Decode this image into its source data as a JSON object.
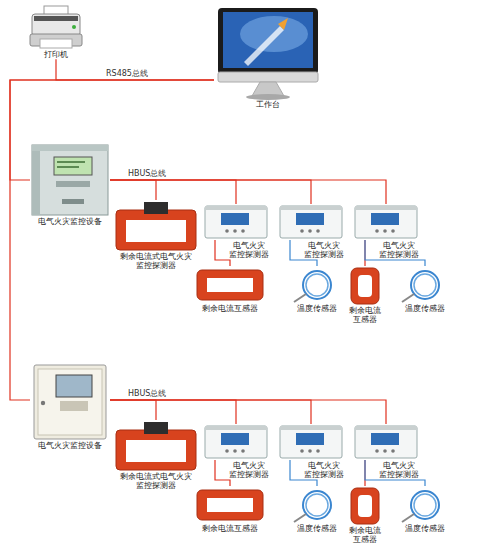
{
  "diagram": {
    "nodes": [
      {
        "text": [
          "打印机"
        ]
      },
      {
        "text": [
          "工作台"
        ]
      },
      {
        "text": [
          "电气火灾监控设备"
        ]
      },
      {
        "text": [
          "剩余电流式电气火灾 监控探测器"
        ]
      },
      {
        "text": [
          "电气火灾 监控探测器"
        ]
      },
      {
        "text": [
          "电气火灾 监控探测器"
        ]
      },
      {
        "text": [
          "电气火灾 监控探测器"
        ]
      },
      {
        "text": [
          "剩余电流互感器"
        ]
      },
      {
        "text": [
          "温度传感器"
        ]
      },
      {
        "text": [
          "剩余电流 互感器"
        ]
      },
      {
        "text": [
          "温度传感器"
        ]
      },
      {
        "text": [
          "电气火灾监控设备"
        ]
      },
      {
        "text": [
          "剩余电流式电气火灾 监控探测器"
        ]
      },
      {
        "text": [
          "电气火灾 监控探测器"
        ]
      },
      {
        "text": [
          "电气火灾 监控探测器"
        ]
      },
      {
        "text": [
          "电气火灾 监控探测器"
        ]
      },
      {
        "text": [
          "剩余电流互感器"
        ]
      },
      {
        "text": [
          "温度传感器"
        ]
      },
      {
        "text": [
          "剩余电流 互感器"
        ]
      },
      {
        "text": [
          "温度传感器"
        ]
      }
    ],
    "edges": [
      {
        "from": 0,
        "to": 1,
        "label": "RS485总线",
        "arrow": "none"
      },
      {
        "from": 1,
        "to": 2,
        "arrow": "none"
      },
      {
        "from": 1,
        "to": 11,
        "arrow": "none"
      },
      {
        "from": 2,
        "to": 3,
        "label": "HBUS总线",
        "arrow": "none"
      },
      {
        "from": 2,
        "to": 4,
        "arrow": "none"
      },
      {
        "from": 2,
        "to": 5,
        "arrow": "none"
      },
      {
        "from": 2,
        "to": 6,
        "arrow": "none"
      },
      {
        "from": 4,
        "to": 7,
        "arrow": "none"
      },
      {
        "from": 5,
        "to": 8,
        "arrow": "none"
      },
      {
        "from": 6,
        "to": 9,
        "arrow": "none"
      },
      {
        "from": 6,
        "to": 10,
        "arrow": "none"
      },
      {
        "from": 11,
        "to": 12,
        "label": "HBUS总线",
        "arrow": "none"
      },
      {
        "from": 11,
        "to": 13,
        "arrow": "none"
      },
      {
        "from": 11,
        "to": 14,
        "arrow": "none"
      },
      {
        "from": 11,
        "to": 15,
        "arrow": "none"
      },
      {
        "from": 13,
        "to": 16,
        "arrow": "none"
      },
      {
        "from": 14,
        "to": 17,
        "arrow": "none"
      },
      {
        "from": 15,
        "to": 18,
        "arrow": "none"
      },
      {
        "from": 15,
        "to": 19,
        "arrow": "none"
      }
    ]
  }
}
